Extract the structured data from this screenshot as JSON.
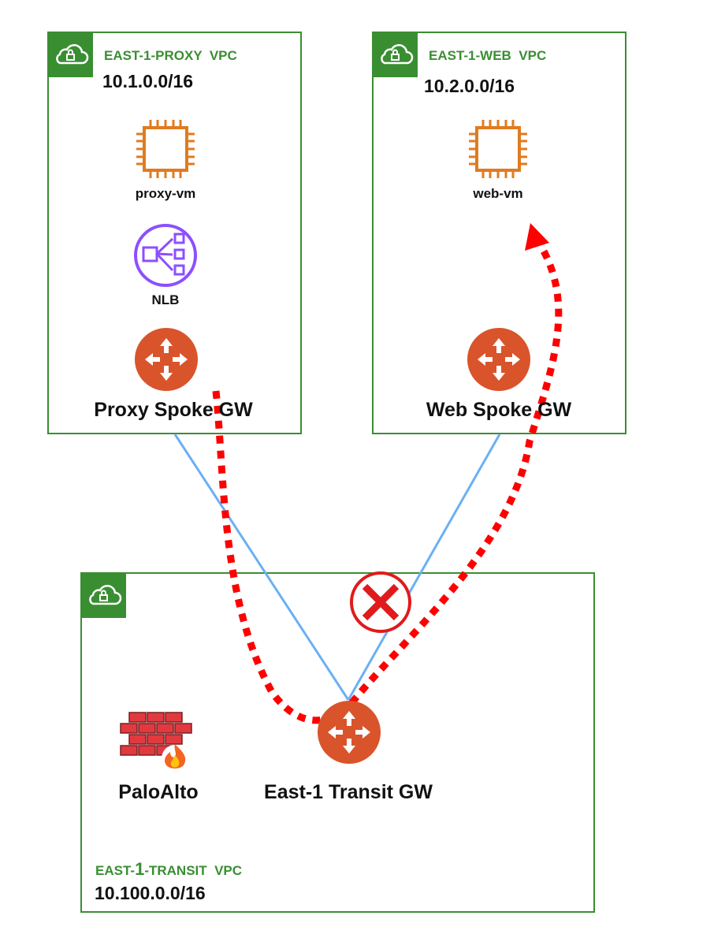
{
  "vpcs": {
    "proxy": {
      "title": "EAST-1-PROXY  VPC",
      "cidr": "10.1.0.0/16"
    },
    "web": {
      "title": "EAST-1-WEB  VPC",
      "cidr": "10.2.0.0/16"
    },
    "transit": {
      "title_prefix": "EAST-",
      "title_digit": "1",
      "title_suffix": "-TRANSIT  VPC",
      "cidr": "10.100.0.0/16"
    }
  },
  "nodes": {
    "proxy_vm": "proxy-vm",
    "nlb": "NLB",
    "proxy_gw": "Proxy Spoke GW",
    "web_vm": "web-vm",
    "web_gw": "Web Spoke GW",
    "transit_gw": "East-1 Transit GW",
    "firewall": "PaloAlto"
  },
  "colors": {
    "vpc_border": "#3a8e32",
    "ec2_orange": "#e07b1f",
    "router_orange": "#d9542b",
    "nlb_purple": "#8c4fff",
    "link_blue": "#6ab0f5",
    "flow_red": "#ff0000",
    "blocked_red": "#e01b1b"
  },
  "icons": {
    "vpc_badge": "cloud-lock-icon",
    "instance": "ec2-instance-icon",
    "load_balancer": "network-load-balancer-icon",
    "router": "router-icon",
    "firewall": "firewall-icon",
    "blocked": "blocked-x-icon"
  }
}
